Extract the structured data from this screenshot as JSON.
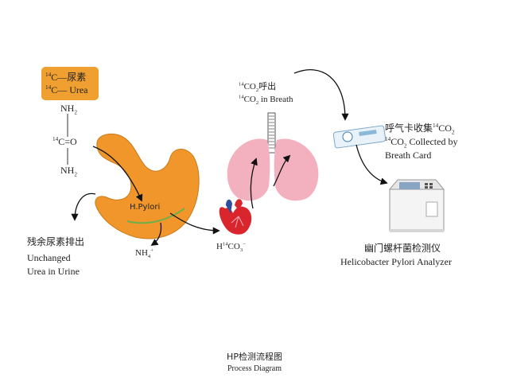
{
  "urea_box": {
    "line1_iso": "14",
    "line1_text": "C—尿素",
    "line2_iso": "14",
    "line2_text": "C— Urea"
  },
  "molecule": {
    "top_group": "NH",
    "top_sub": "2",
    "center_iso": "14",
    "center_text": "C=O",
    "bottom_group": "NH",
    "bottom_sub": "2"
  },
  "stomach_label": "H.Pylori",
  "unchanged": {
    "zh": "残余尿素排出",
    "en_line1": "Unchanged",
    "en_line2": "Urea in Urine"
  },
  "ammonium": {
    "text": "NH",
    "sub": "4",
    "sup": "+"
  },
  "bicarbonate": {
    "prefix": "H",
    "iso": "14",
    "text": "CO",
    "sub": "3",
    "sup": "−"
  },
  "breath": {
    "line1_iso": "14",
    "line1_text": "CO",
    "line1_sub": "2",
    "line1_zh": "呼出",
    "line2_iso": "14",
    "line2_text": "CO",
    "line2_sub": "2",
    "line2_en": " in Breath"
  },
  "card": {
    "zh": "呼气卡收集",
    "zh_iso": "14",
    "zh_co": "CO",
    "zh_sub": "2",
    "en_iso": "14",
    "en_co": "CO",
    "en_sub": "2",
    "en_line1": " Collected by",
    "en_line2": "Breath Card"
  },
  "analyzer": {
    "zh": "幽门螺杆菌检测仪",
    "en": "Helicobacter Pylori Analyzer"
  },
  "caption": {
    "zh": "HP检测流程图",
    "en": "Process Diagram"
  },
  "colors": {
    "stomach": "#f0962a",
    "urea_box": "#f0a030",
    "lungs": "#f3b1bf",
    "heart_red": "#d8262c",
    "heart_blue": "#2c4ea0",
    "arrow": "#111111"
  }
}
